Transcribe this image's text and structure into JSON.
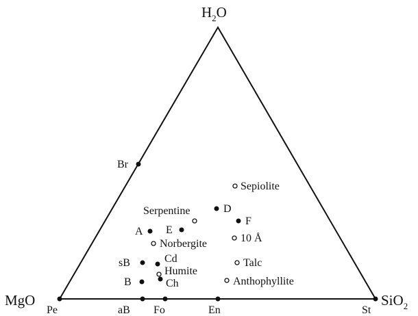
{
  "diagram": {
    "colors": {
      "ink": "#111111",
      "background": "#ffffff"
    },
    "corners": {
      "top": {
        "text": "H",
        "sub": "2",
        "tail": "O"
      },
      "left": {
        "text": "MgO",
        "sub": "",
        "tail": ""
      },
      "right": {
        "text": "SiO",
        "sub": "2",
        "tail": ""
      }
    },
    "edge_points": [
      {
        "label": "Pe",
        "marker": "filled"
      },
      {
        "label": "aB",
        "marker": "filled"
      },
      {
        "label": "Fo",
        "marker": "filled"
      },
      {
        "label": "En",
        "marker": "filled"
      },
      {
        "label": "St",
        "marker": "filled"
      },
      {
        "label": "Br",
        "marker": "filled"
      }
    ],
    "phases": [
      {
        "label": "Sepiolite",
        "marker": "open"
      },
      {
        "label": "Serpentine",
        "marker": "open"
      },
      {
        "label": "D",
        "marker": "filled"
      },
      {
        "label": "F",
        "marker": "filled"
      },
      {
        "label": "E",
        "marker": "filled"
      },
      {
        "label": "A",
        "marker": "filled"
      },
      {
        "label": "Norbergite",
        "marker": "open"
      },
      {
        "label": "10 Å",
        "marker": "open"
      },
      {
        "label": "sB",
        "marker": "filled"
      },
      {
        "label": "Cd",
        "marker": "filled"
      },
      {
        "label": "Talc",
        "marker": "open"
      },
      {
        "label": "Humite",
        "marker": "open"
      },
      {
        "label": "B",
        "marker": "filled"
      },
      {
        "label": "Ch",
        "marker": "filled"
      },
      {
        "label": "Anthophyllite",
        "marker": "open"
      }
    ]
  }
}
